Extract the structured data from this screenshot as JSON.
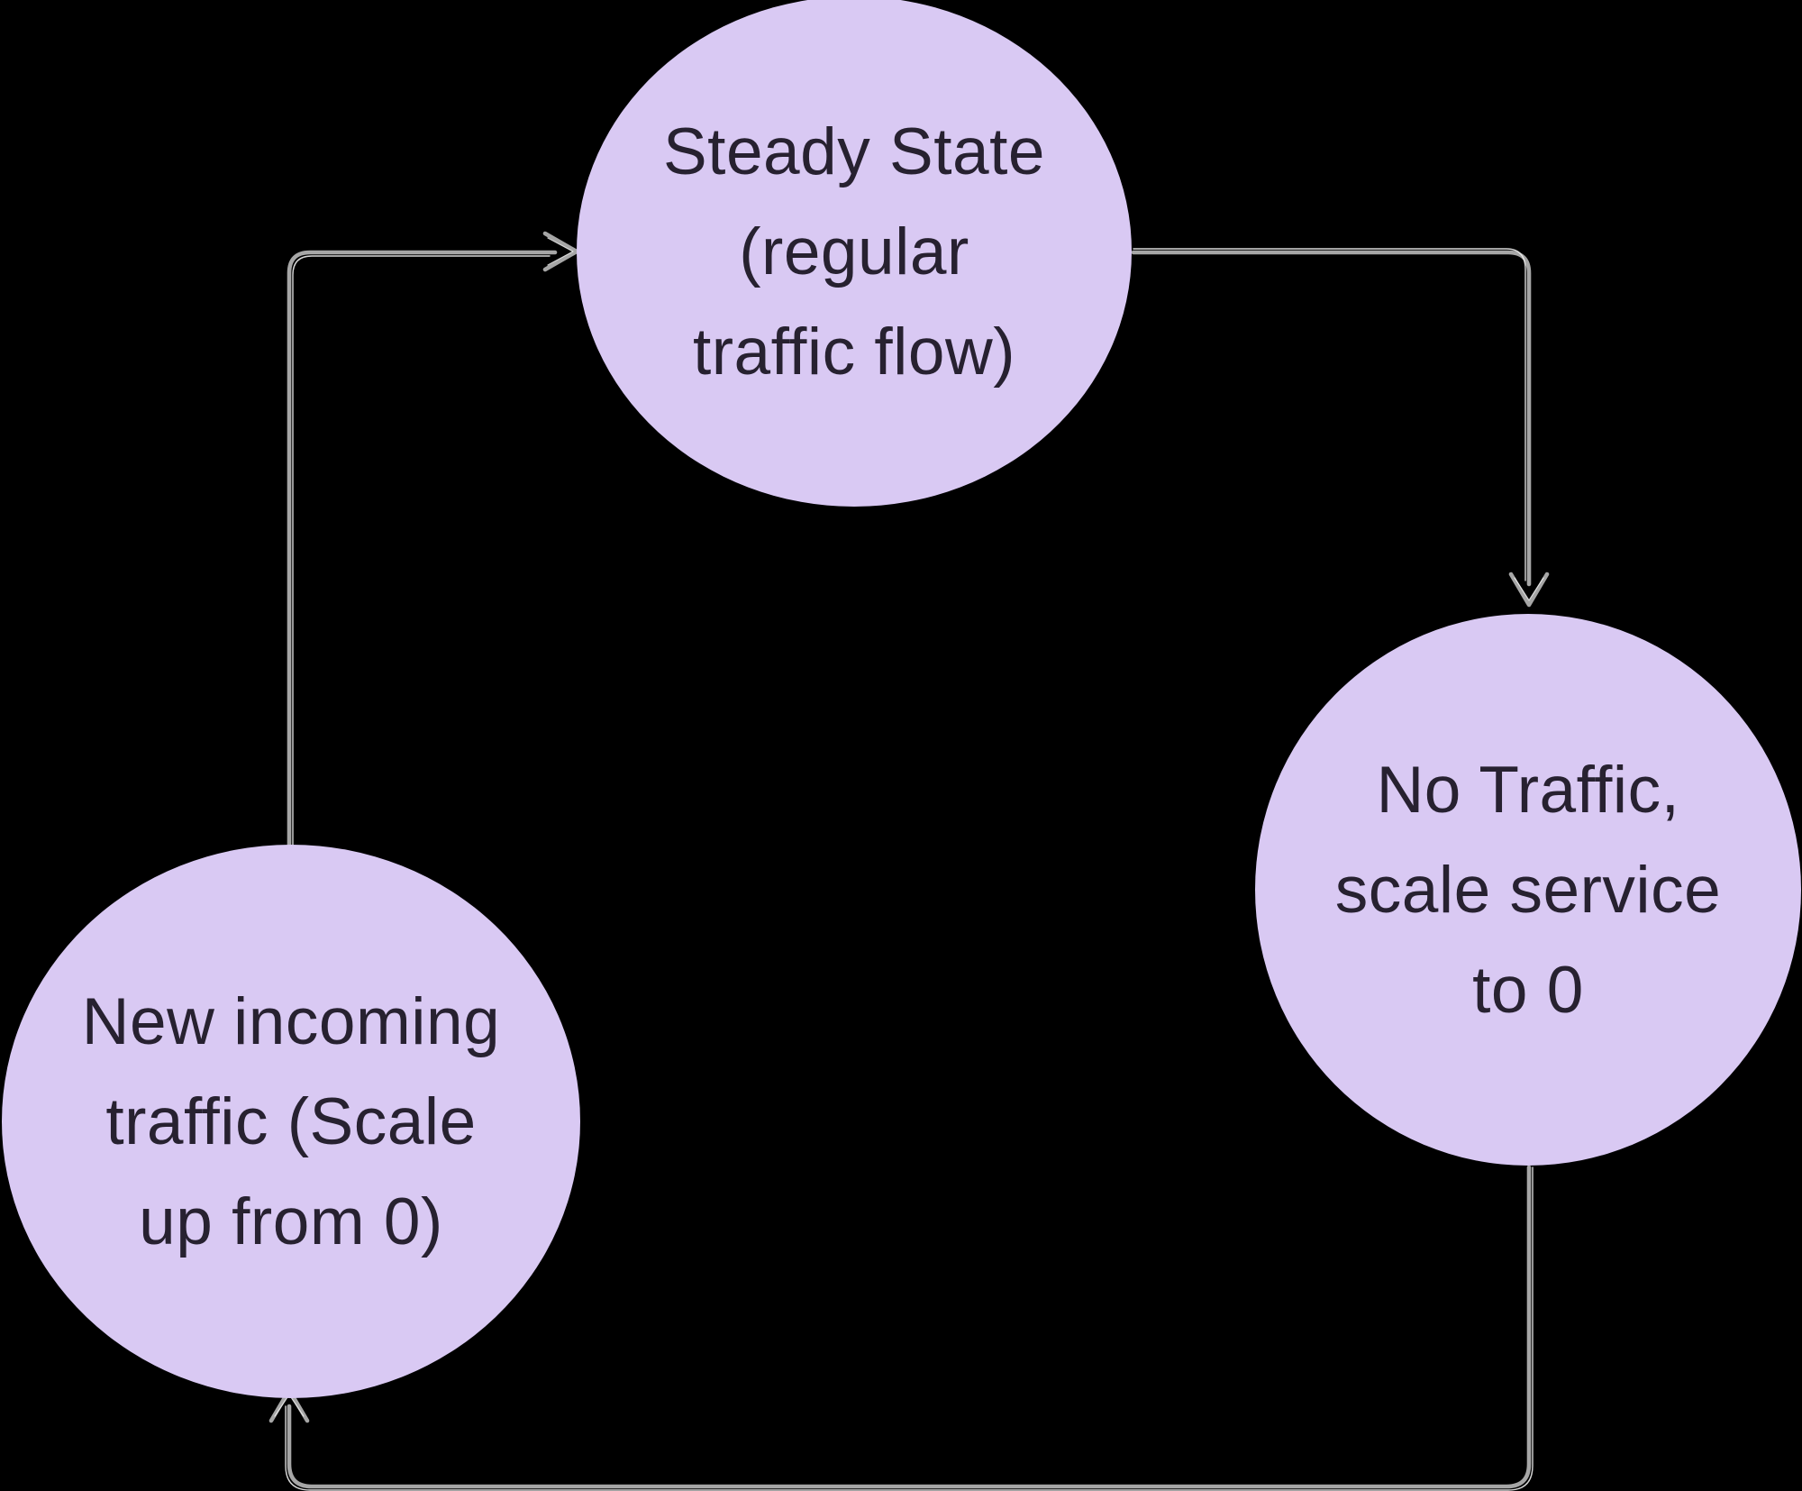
{
  "diagram": {
    "colors": {
      "background": "#000000",
      "node_fill": "#d9c9f3",
      "text_color": "#272130",
      "connector": "#a6a6a6",
      "connector_core": "#eeeeee"
    },
    "nodes": [
      {
        "id": "steady-state",
        "lines": [
          "Steady State",
          "(regular",
          "traffic flow)"
        ]
      },
      {
        "id": "no-traffic",
        "lines": [
          "No Traffic,",
          "scale service",
          "to 0"
        ]
      },
      {
        "id": "new-traffic",
        "lines": [
          "New incoming",
          "traffic (Scale",
          "up from 0)"
        ]
      }
    ],
    "edges": [
      {
        "from": "new-traffic",
        "to": "steady-state",
        "direction": "up-then-right"
      },
      {
        "from": "steady-state",
        "to": "no-traffic",
        "direction": "right-then-down"
      },
      {
        "from": "no-traffic",
        "to": "new-traffic",
        "direction": "down-then-left"
      }
    ]
  }
}
